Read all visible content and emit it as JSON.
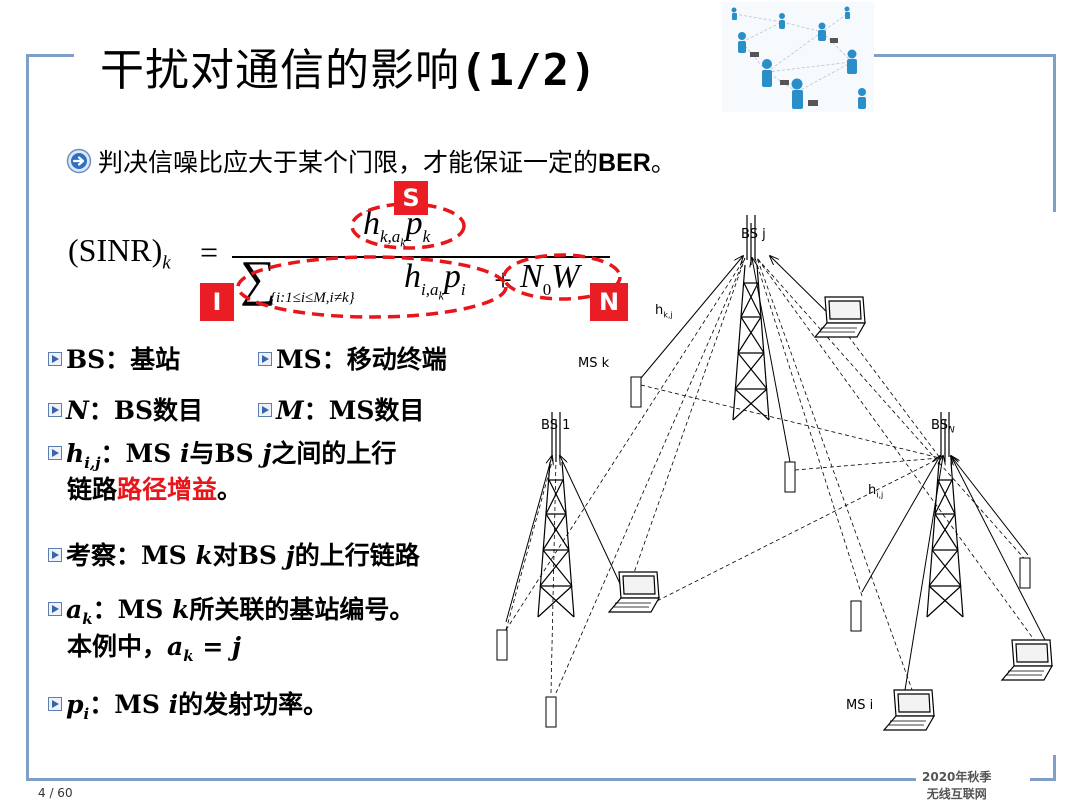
{
  "slide": {
    "title_cn": "干扰对通信的影响",
    "title_num": "(1/2)",
    "lead_cn": "判决信噪比应大于某个门限，才能保证一定的",
    "lead_ber": "BER",
    "lead_end": "。",
    "page": "4 / 60",
    "course_line1": "2020年秋季",
    "course_line2": "无线互联网"
  },
  "equation": {
    "lhs": "(SINR)",
    "lhs_sub": "k",
    "equals": "=",
    "num_h": "h",
    "num_h_sub": "k,a",
    "num_h_subsub": "k",
    "num_p": "p",
    "num_p_sub": "k",
    "sum": "∑",
    "sum_sub": "{i:1≤i≤M,i≠k}",
    "den_h": "h",
    "den_h_sub": "i,a",
    "den_h_subsub": "k",
    "den_p": "p",
    "den_p_sub": "i",
    "plus": "+",
    "noise": "N",
    "noise_sub": "0",
    "noise_w": "W",
    "badge_s": "S",
    "badge_i": "I",
    "badge_n": "N"
  },
  "bullets": {
    "bs": "BS：基站",
    "ms": "MS：移动终端",
    "n_sym": "N",
    "n_text": "：BS数目",
    "m_sym": "M",
    "m_text": "：MS数目",
    "h_sym": "h",
    "h_sub": "i,j",
    "h_text1": "：MS ",
    "h_i": "i",
    "h_text2": "与BS ",
    "h_j": "j",
    "h_text3": "之间的上行",
    "h_text4": "链路",
    "h_red": "路径增益",
    "h_end": "。",
    "kc_text1": "考察：MS ",
    "kc_k": "k",
    "kc_text2": "对BS ",
    "kc_j": "j",
    "kc_text3": "的上行链路",
    "a_sym": "a",
    "a_sub": "k",
    "a_text1": "：MS ",
    "a_k": "k",
    "a_text2": "所关联的基站编号。",
    "a_text3": "本例中，",
    "a_eq": "a",
    "a_eq_sub": "k",
    "a_eq_rest": " = j",
    "p_sym": "p",
    "p_sub": "i",
    "p_text1": "：MS ",
    "p_i": "i",
    "p_text2": "的发射功率。"
  },
  "diagram": {
    "bs_j": "BS j",
    "bs_1": "BS 1",
    "bs_n": "BS",
    "bs_n_sub": "N",
    "ms_k": "MS k",
    "ms_i": "MS i",
    "h_kj": "h",
    "h_kj_sub": "k,j",
    "h_ij": "h",
    "h_ij_sub": "i,j"
  },
  "colors": {
    "frame": "#7f9fc6",
    "highlight": "#e8151b",
    "badge": "#ea1c24"
  }
}
